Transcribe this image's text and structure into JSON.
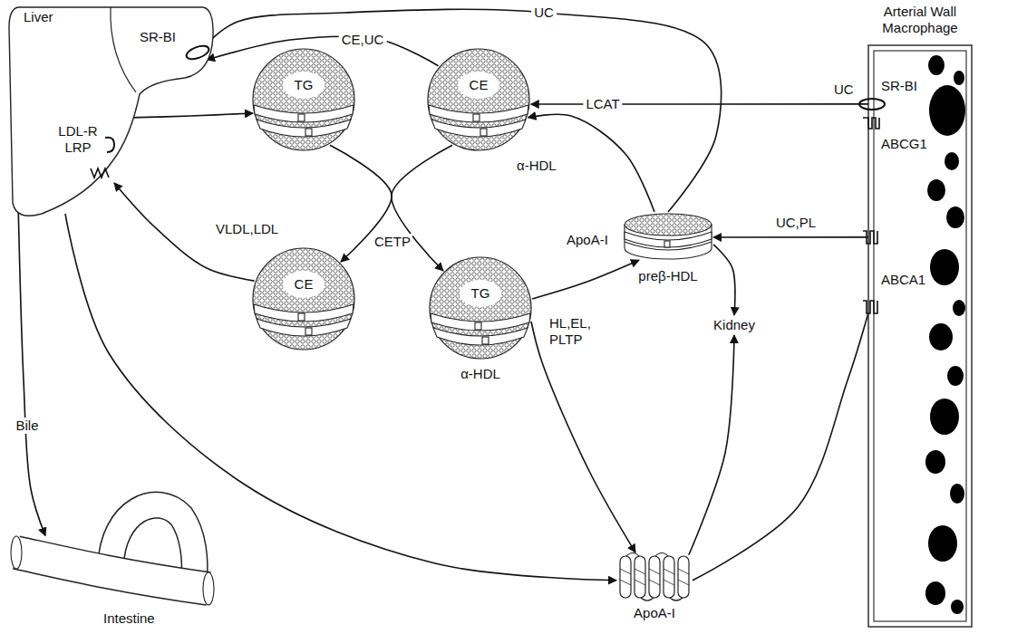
{
  "diagram": {
    "nodes": [
      {
        "text": [
          "Liver",
          "SR-BI",
          "LDL-R LRP"
        ]
      },
      {
        "text": [
          "TG"
        ]
      },
      {
        "text": [
          "CE",
          "α-HDL"
        ]
      },
      {
        "text": [
          "CE"
        ]
      },
      {
        "text": [
          "TG",
          "α-HDL"
        ]
      },
      {
        "text": [
          "ApoA-I",
          "preβ-HDL"
        ]
      },
      {
        "text": [
          "ApoA-I"
        ]
      },
      {
        "text": [
          "Kidney"
        ]
      },
      {
        "text": [
          "Arterial Wall Macrophage"
        ]
      },
      {
        "text": [
          "Intestine"
        ]
      }
    ],
    "edges": [
      {
        "from": 0,
        "to": 1,
        "arrow": "to"
      },
      {
        "from": 3,
        "to": 0,
        "arrow": "to"
      },
      {
        "from": 0,
        "to": 6,
        "arrow": "to"
      },
      {
        "from": 0,
        "to": 9,
        "label": "Bile",
        "arrow": "to"
      },
      {
        "from": 5,
        "to": 7,
        "arrow": "to"
      },
      {
        "from": 6,
        "to": 7,
        "arrow": "to"
      },
      {
        "from": 6,
        "to": 8,
        "arrow": "none"
      },
      {
        "from": 8,
        "to": 5,
        "label": "UC,PL",
        "arrow": "to"
      },
      {
        "from": 4,
        "to": 5,
        "arrow": "to"
      },
      {
        "from": 4,
        "to": 6,
        "arrow": "to"
      },
      {
        "from": 1,
        "to": 3,
        "arrow": "to"
      },
      {
        "from": 2,
        "to": 4,
        "arrow": "to"
      },
      {
        "from": 5,
        "to": 0,
        "label": "UC",
        "arrow": "to"
      },
      {
        "from": 2,
        "to": 0,
        "label": "CE,UC",
        "arrow": "to"
      },
      {
        "from": 8,
        "to": 2,
        "label": "LCAT",
        "arrow": "to"
      },
      {
        "from": 5,
        "to": 2,
        "arrow": "to"
      }
    ],
    "labels": [
      "VLDL,LDL",
      "CETP",
      "HL,EL, PLTP",
      "UC",
      "SR-BI",
      "ABCG1",
      "ABCA1"
    ]
  }
}
